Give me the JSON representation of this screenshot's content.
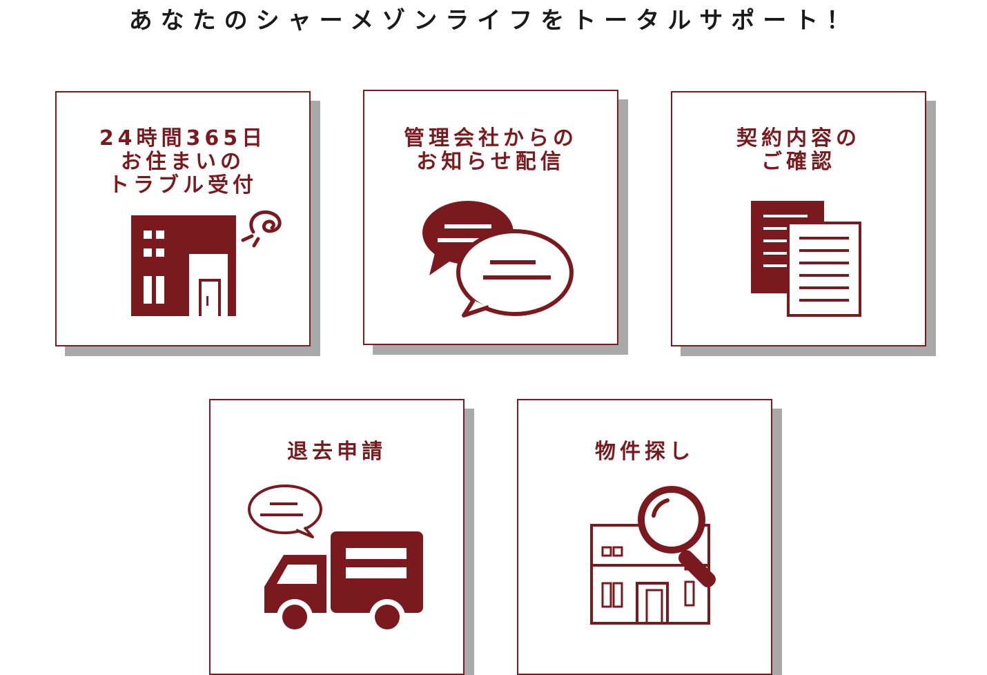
{
  "headline": "あなたのシャーメゾンライフをトータルサポート！",
  "accent_color": "#7b1a1e",
  "shadow_color": "#a9a9a9",
  "cards": [
    {
      "lines": [
        "24時間365日",
        "お住まいの",
        "トラブル受付"
      ],
      "icon": "building-trouble-icon"
    },
    {
      "lines": [
        "管理会社からの",
        "お知らせ配信"
      ],
      "icon": "chat-bubbles-icon"
    },
    {
      "lines": [
        "契約内容の",
        "ご確認"
      ],
      "icon": "documents-icon"
    },
    {
      "lines": [
        "退去申請"
      ],
      "icon": "moving-truck-icon"
    },
    {
      "lines": [
        "物件探し"
      ],
      "icon": "property-search-icon"
    }
  ]
}
